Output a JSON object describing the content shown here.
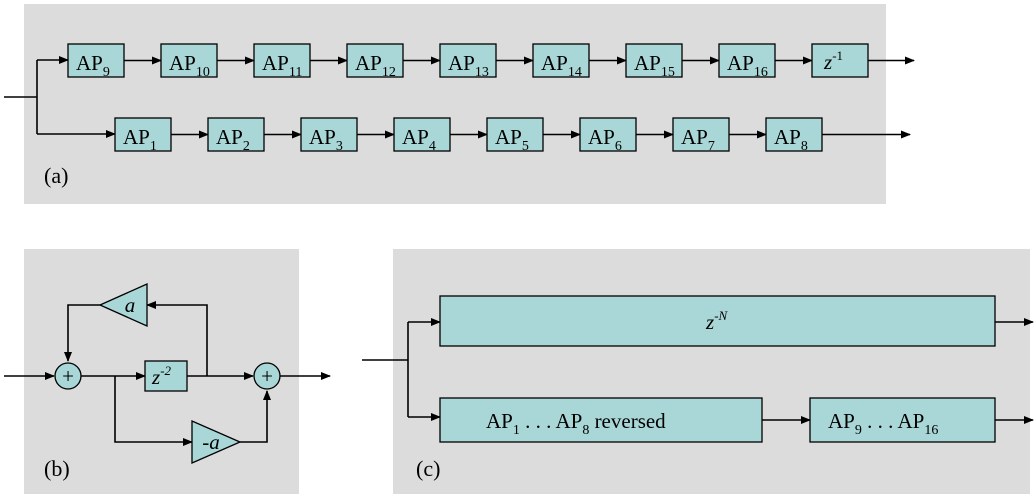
{
  "panel_a": {
    "label": "(a)",
    "top_blocks": [
      {
        "base": "AP",
        "sub": "9"
      },
      {
        "base": "AP",
        "sub": "10"
      },
      {
        "base": "AP",
        "sub": "11"
      },
      {
        "base": "AP",
        "sub": "12"
      },
      {
        "base": "AP",
        "sub": "13"
      },
      {
        "base": "AP",
        "sub": "14"
      },
      {
        "base": "AP",
        "sub": "15"
      },
      {
        "base": "AP",
        "sub": "16"
      }
    ],
    "delay": {
      "base": "z",
      "sup": "-1"
    },
    "bottom_blocks": [
      {
        "base": "AP",
        "sub": "1"
      },
      {
        "base": "AP",
        "sub": "2"
      },
      {
        "base": "AP",
        "sub": "3"
      },
      {
        "base": "AP",
        "sub": "4"
      },
      {
        "base": "AP",
        "sub": "5"
      },
      {
        "base": "AP",
        "sub": "6"
      },
      {
        "base": "AP",
        "sub": "7"
      },
      {
        "base": "AP",
        "sub": "8"
      }
    ]
  },
  "panel_b": {
    "label": "(b)",
    "gain_top": "a",
    "gain_bottom": "-a",
    "delay": {
      "base": "z",
      "sup": "-2"
    },
    "sum_symbol": "+"
  },
  "panel_c": {
    "label": "(c)",
    "delay": {
      "base": "z",
      "sup": "-N"
    },
    "block_reversed": {
      "base1": "AP",
      "sub1": "1",
      "mid": " . . . ",
      "base2": "AP",
      "sub2": "8",
      "tail": " reversed"
    },
    "block_forward": {
      "base1": "AP",
      "sub1": "9",
      "mid": " . . . ",
      "base2": "AP",
      "sub2": "16"
    }
  }
}
